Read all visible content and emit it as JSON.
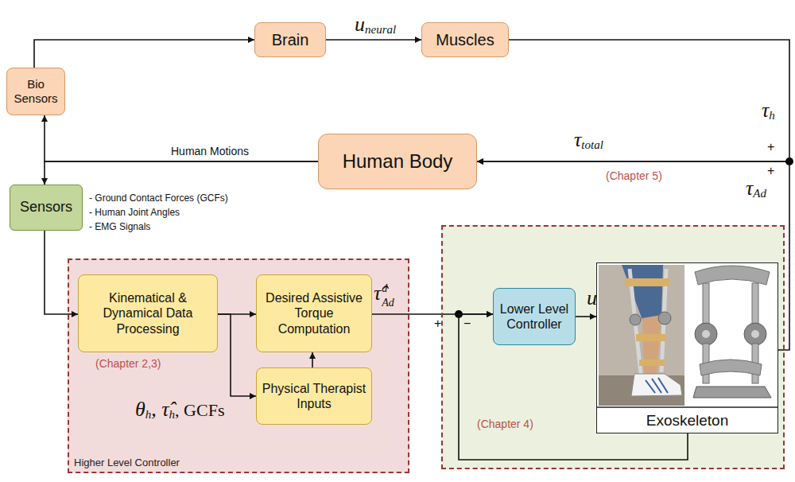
{
  "diagram": {
    "nodes": [
      {
        "text": [
          "Bio Sensors"
        ]
      },
      {
        "text": [
          "Brain"
        ]
      },
      {
        "text": [
          "Muscles"
        ]
      },
      {
        "text": [
          "Human Body"
        ]
      },
      {
        "text": [
          "Sensors"
        ]
      },
      {
        "text": [
          "Higher Level Controller"
        ]
      },
      {
        "text": [
          "Kinematical & Dynamical Data Processing"
        ],
        "in": 5
      },
      {
        "text": [
          "Desired Assistive Torque Computation"
        ],
        "in": 5
      },
      {
        "text": [
          "Physical Therapist Inputs"
        ],
        "in": 5
      },
      {
        "text": [
          "(Chapter 4)"
        ]
      },
      {
        "text": [
          "Lower Level Controller"
        ],
        "in": 9
      },
      {
        "text": [
          "Exoskeleton"
        ],
        "in": 9
      }
    ],
    "edges": [
      {
        "from": 0,
        "to": 1,
        "arrow": "to"
      },
      {
        "from": 1,
        "to": 2,
        "arrow": "to"
      },
      {
        "from": 2,
        "to": 3,
        "arrow": "to"
      },
      {
        "from": 11,
        "to": 3,
        "arrow": "to"
      },
      {
        "from": 3,
        "to": 0,
        "arrow": "to"
      },
      {
        "from": 3,
        "to": 4,
        "arrow": "to"
      },
      {
        "from": 4,
        "to": 6,
        "arrow": "to"
      },
      {
        "from": 6,
        "to": 7,
        "arrow": "to"
      },
      {
        "from": 6,
        "to": 8,
        "arrow": "to"
      },
      {
        "from": 8,
        "to": 7,
        "arrow": "to"
      },
      {
        "from": 7,
        "to": 10,
        "arrow": "to"
      },
      {
        "from": 11,
        "to": 10,
        "arrow": "to"
      },
      {
        "from": 10,
        "to": 11,
        "label": "u",
        "arrow": "to"
      }
    ],
    "labels": [
      "u",
      "neural",
      "τ",
      "h",
      "+",
      "+",
      "τ",
      "total",
      "(Chapter 5)",
      "τ",
      "Ad",
      "Human Motions",
      "- Ground Contact Forces (GCFs)",
      "- Human Joint Angles",
      "- EMG Signals",
      "(Chapter 2,3)",
      "θ",
      "h",
      ", τ̂",
      "h",
      ", GCFs",
      "τ̂",
      "d",
      "Ad",
      "+",
      "−"
    ]
  }
}
